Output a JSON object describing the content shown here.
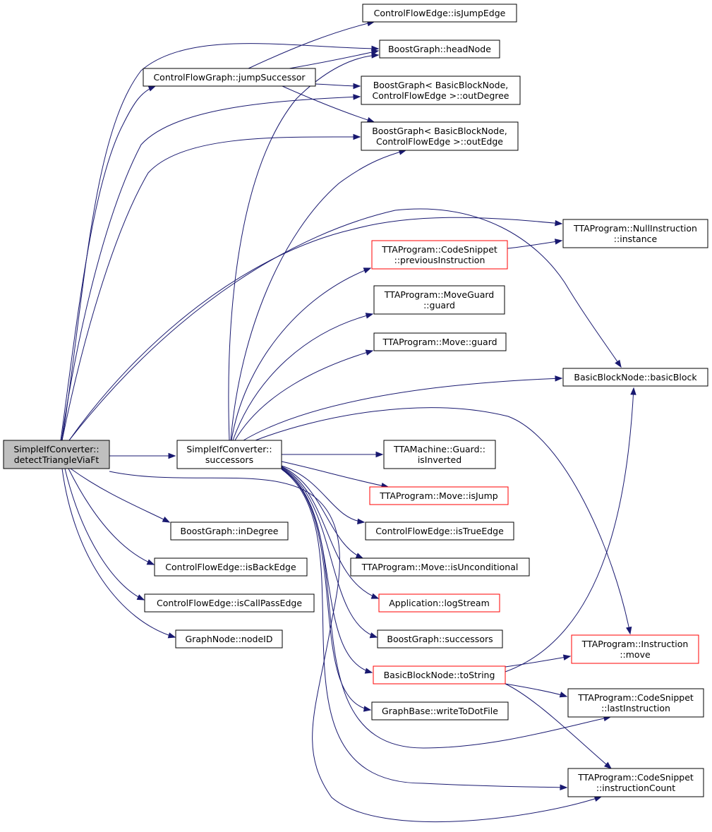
{
  "diagram": {
    "type": "call-graph",
    "colors": {
      "edge": "#191970",
      "node_border": "#000000",
      "node_border_truncated": "#ff0000",
      "root_fill": "#bfbfbf"
    },
    "nodes": [
      {
        "id": "root",
        "lines": [
          "SimpleIfConverter::",
          "detectTriangleViaFt"
        ],
        "root": true
      },
      {
        "id": "isJumpEdge",
        "lines": [
          "ControlFlowEdge::isJumpEdge"
        ]
      },
      {
        "id": "headNode",
        "lines": [
          "BoostGraph::headNode"
        ]
      },
      {
        "id": "jumpSuccessor",
        "lines": [
          "ControlFlowGraph::jumpSuccessor"
        ]
      },
      {
        "id": "outDegree",
        "lines": [
          "BoostGraph< BasicBlockNode,",
          "ControlFlowEdge >::outDegree"
        ]
      },
      {
        "id": "outEdge",
        "lines": [
          "BoostGraph< BasicBlockNode,",
          "ControlFlowEdge >::outEdge"
        ]
      },
      {
        "id": "nullInstance",
        "lines": [
          "TTAProgram::NullInstruction",
          "::instance"
        ]
      },
      {
        "id": "previousInstruction",
        "lines": [
          "TTAProgram::CodeSnippet",
          "::previousInstruction"
        ],
        "truncated": true
      },
      {
        "id": "moveGuardGuard",
        "lines": [
          "TTAProgram::MoveGuard",
          "::guard"
        ]
      },
      {
        "id": "moveGuard",
        "lines": [
          "TTAProgram::Move::guard"
        ]
      },
      {
        "id": "basicBlock",
        "lines": [
          "BasicBlockNode::basicBlock"
        ]
      },
      {
        "id": "successors",
        "lines": [
          "SimpleIfConverter::",
          "successors"
        ]
      },
      {
        "id": "isInverted",
        "lines": [
          "TTAMachine::Guard::",
          "isInverted"
        ]
      },
      {
        "id": "isJump",
        "lines": [
          "TTAProgram::Move::isJump"
        ],
        "truncated": true
      },
      {
        "id": "inDegree",
        "lines": [
          "BoostGraph::inDegree"
        ]
      },
      {
        "id": "isTrueEdge",
        "lines": [
          "ControlFlowEdge::isTrueEdge"
        ]
      },
      {
        "id": "isBackEdge",
        "lines": [
          "ControlFlowEdge::isBackEdge"
        ]
      },
      {
        "id": "isUnconditional",
        "lines": [
          "TTAProgram::Move::isUnconditional"
        ]
      },
      {
        "id": "isCallPassEdge",
        "lines": [
          "ControlFlowEdge::isCallPassEdge"
        ]
      },
      {
        "id": "logStream",
        "lines": [
          "Application::logStream"
        ],
        "truncated": true
      },
      {
        "id": "nodeID",
        "lines": [
          "GraphNode::nodeID"
        ]
      },
      {
        "id": "bgSuccessors",
        "lines": [
          "BoostGraph::successors"
        ]
      },
      {
        "id": "instrMove",
        "lines": [
          "TTAProgram::Instruction",
          "::move"
        ],
        "truncated": true
      },
      {
        "id": "toString",
        "lines": [
          "BasicBlockNode::toString"
        ],
        "truncated": true
      },
      {
        "id": "lastInstruction",
        "lines": [
          "TTAProgram::CodeSnippet",
          "::lastInstruction"
        ]
      },
      {
        "id": "writeToDotFile",
        "lines": [
          "GraphBase::writeToDotFile"
        ]
      },
      {
        "id": "instructionCount",
        "lines": [
          "TTAProgram::CodeSnippet",
          "::instructionCount"
        ]
      }
    ],
    "edges": [
      {
        "from": "root",
        "to": "headNode"
      },
      {
        "from": "root",
        "to": "jumpSuccessor"
      },
      {
        "from": "root",
        "to": "outDegree"
      },
      {
        "from": "root",
        "to": "outEdge"
      },
      {
        "from": "root",
        "to": "nullInstance"
      },
      {
        "from": "root",
        "to": "successors"
      },
      {
        "from": "root",
        "to": "inDegree"
      },
      {
        "from": "root",
        "to": "isBackEdge"
      },
      {
        "from": "root",
        "to": "isCallPassEdge"
      },
      {
        "from": "root",
        "to": "nodeID"
      },
      {
        "from": "root",
        "to": "isInverted"
      },
      {
        "from": "jumpSuccessor",
        "to": "isJumpEdge"
      },
      {
        "from": "jumpSuccessor",
        "to": "headNode"
      },
      {
        "from": "jumpSuccessor",
        "to": "outDegree"
      },
      {
        "from": "jumpSuccessor",
        "to": "outEdge"
      },
      {
        "from": "previousInstruction",
        "to": "nullInstance"
      },
      {
        "from": "successors",
        "to": "headNode"
      },
      {
        "from": "successors",
        "to": "outEdge"
      },
      {
        "from": "successors",
        "to": "previousInstruction"
      },
      {
        "from": "successors",
        "to": "moveGuardGuard"
      },
      {
        "from": "successors",
        "to": "moveGuard"
      },
      {
        "from": "successors",
        "to": "basicBlock"
      },
      {
        "from": "successors",
        "to": "instrMove"
      },
      {
        "from": "successors",
        "to": "isInverted"
      },
      {
        "from": "successors",
        "to": "isJump"
      },
      {
        "from": "successors",
        "to": "isTrueEdge"
      },
      {
        "from": "successors",
        "to": "isUnconditional"
      },
      {
        "from": "successors",
        "to": "logStream"
      },
      {
        "from": "successors",
        "to": "bgSuccessors"
      },
      {
        "from": "successors",
        "to": "toString"
      },
      {
        "from": "successors",
        "to": "writeToDotFile"
      },
      {
        "from": "successors",
        "to": "lastInstruction"
      },
      {
        "from": "successors",
        "to": "instructionCount"
      },
      {
        "from": "toString",
        "to": "basicBlock"
      },
      {
        "from": "toString",
        "to": "instrMove"
      },
      {
        "from": "toString",
        "to": "lastInstruction"
      },
      {
        "from": "toString",
        "to": "instructionCount"
      },
      {
        "from": "nullInstance",
        "to": "basicBlock"
      }
    ]
  }
}
